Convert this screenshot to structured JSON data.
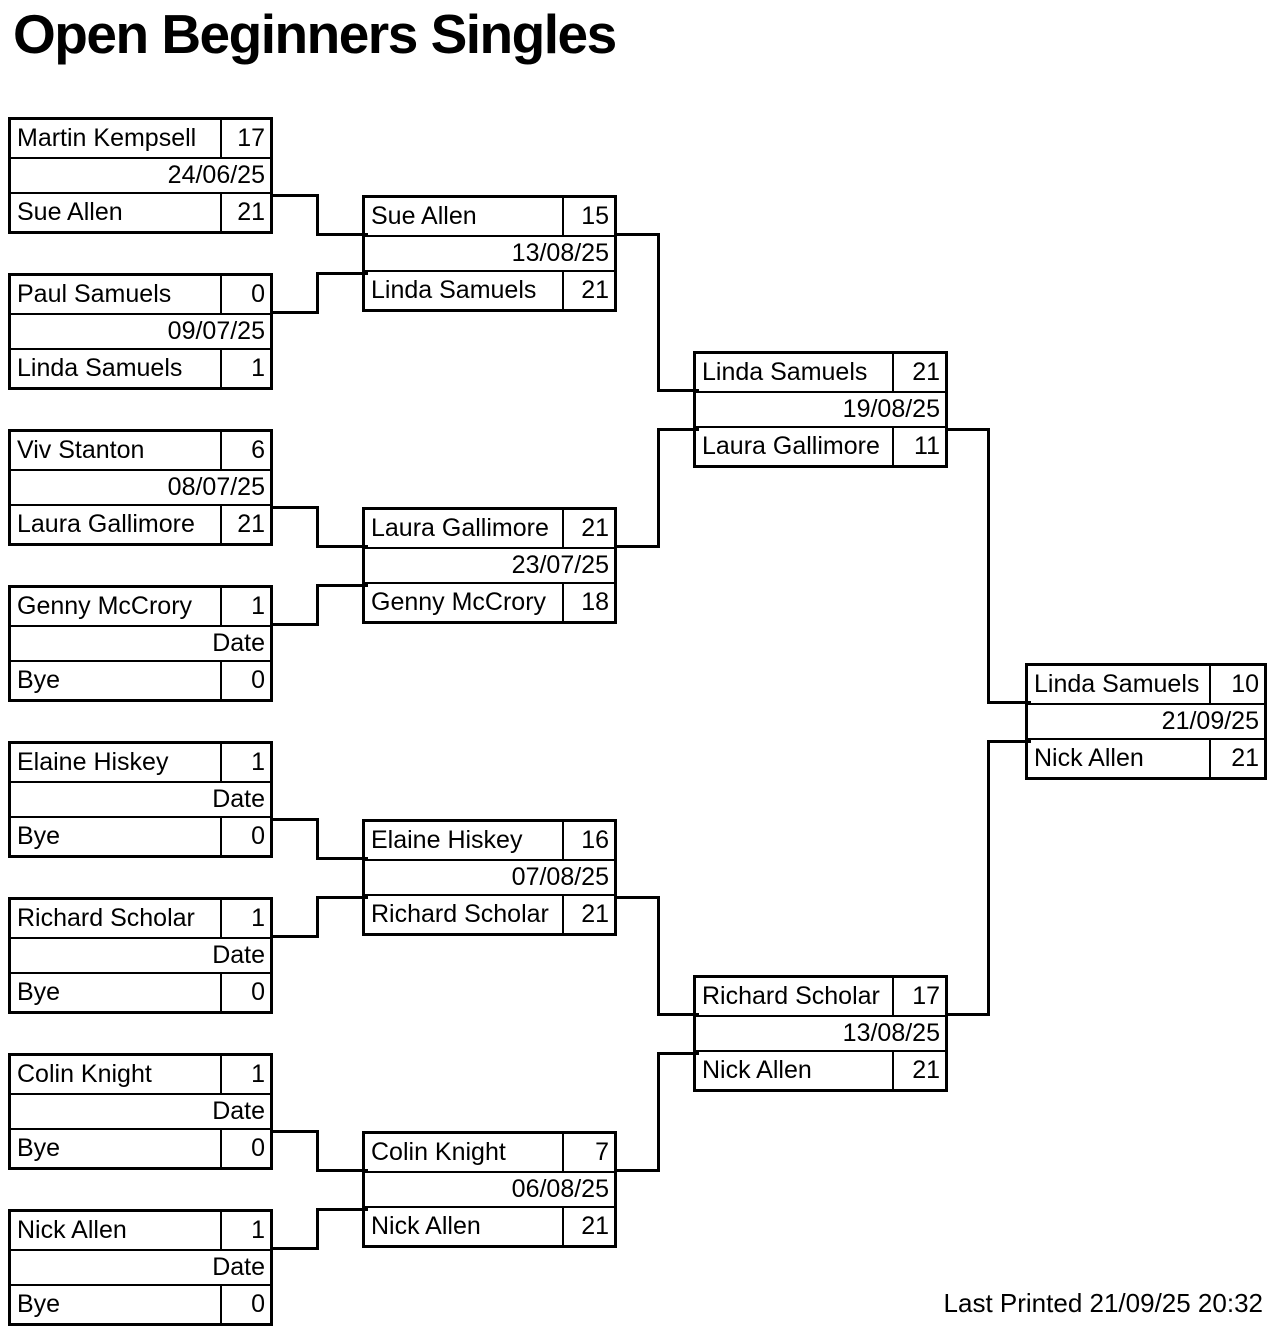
{
  "page": {
    "title": "Open Beginners Singles",
    "footer": "Last Printed 21/09/25 20:32"
  },
  "rounds": [
    {
      "matches": [
        {
          "p1": "Martin Kempsell",
          "s1": "17",
          "date": "24/06/25",
          "p2": "Sue Allen",
          "s2": "21"
        },
        {
          "p1": "Paul Samuels",
          "s1": "0",
          "date": "09/07/25",
          "p2": "Linda Samuels",
          "s2": "1"
        },
        {
          "p1": "Viv Stanton",
          "s1": "6",
          "date": "08/07/25",
          "p2": "Laura Gallimore",
          "s2": "21"
        },
        {
          "p1": "Genny McCrory",
          "s1": "1",
          "date": "Date",
          "p2": "Bye",
          "s2": "0"
        },
        {
          "p1": "Elaine Hiskey",
          "s1": "1",
          "date": "Date",
          "p2": "Bye",
          "s2": "0"
        },
        {
          "p1": "Richard Scholar",
          "s1": "1",
          "date": "Date",
          "p2": "Bye",
          "s2": "0"
        },
        {
          "p1": "Colin Knight",
          "s1": "1",
          "date": "Date",
          "p2": "Bye",
          "s2": "0"
        },
        {
          "p1": "Nick Allen",
          "s1": "1",
          "date": "Date",
          "p2": "Bye",
          "s2": "0"
        }
      ]
    },
    {
      "matches": [
        {
          "p1": "Sue Allen",
          "s1": "15",
          "date": "13/08/25",
          "p2": "Linda Samuels",
          "s2": "21"
        },
        {
          "p1": "Laura Gallimore",
          "s1": "21",
          "date": "23/07/25",
          "p2": "Genny McCrory",
          "s2": "18"
        },
        {
          "p1": "Elaine Hiskey",
          "s1": "16",
          "date": "07/08/25",
          "p2": "Richard Scholar",
          "s2": "21"
        },
        {
          "p1": "Colin Knight",
          "s1": "7",
          "date": "06/08/25",
          "p2": "Nick Allen",
          "s2": "21"
        }
      ]
    },
    {
      "matches": [
        {
          "p1": "Linda Samuels",
          "s1": "21",
          "date": "19/08/25",
          "p2": "Laura Gallimore",
          "s2": "11"
        },
        {
          "p1": "Richard Scholar",
          "s1": "17",
          "date": "13/08/25",
          "p2": "Nick Allen",
          "s2": "21"
        }
      ]
    },
    {
      "matches": [
        {
          "p1": "Linda Samuels",
          "s1": "10",
          "date": "21/09/25",
          "p2": "Nick Allen",
          "s2": "21"
        }
      ]
    }
  ]
}
